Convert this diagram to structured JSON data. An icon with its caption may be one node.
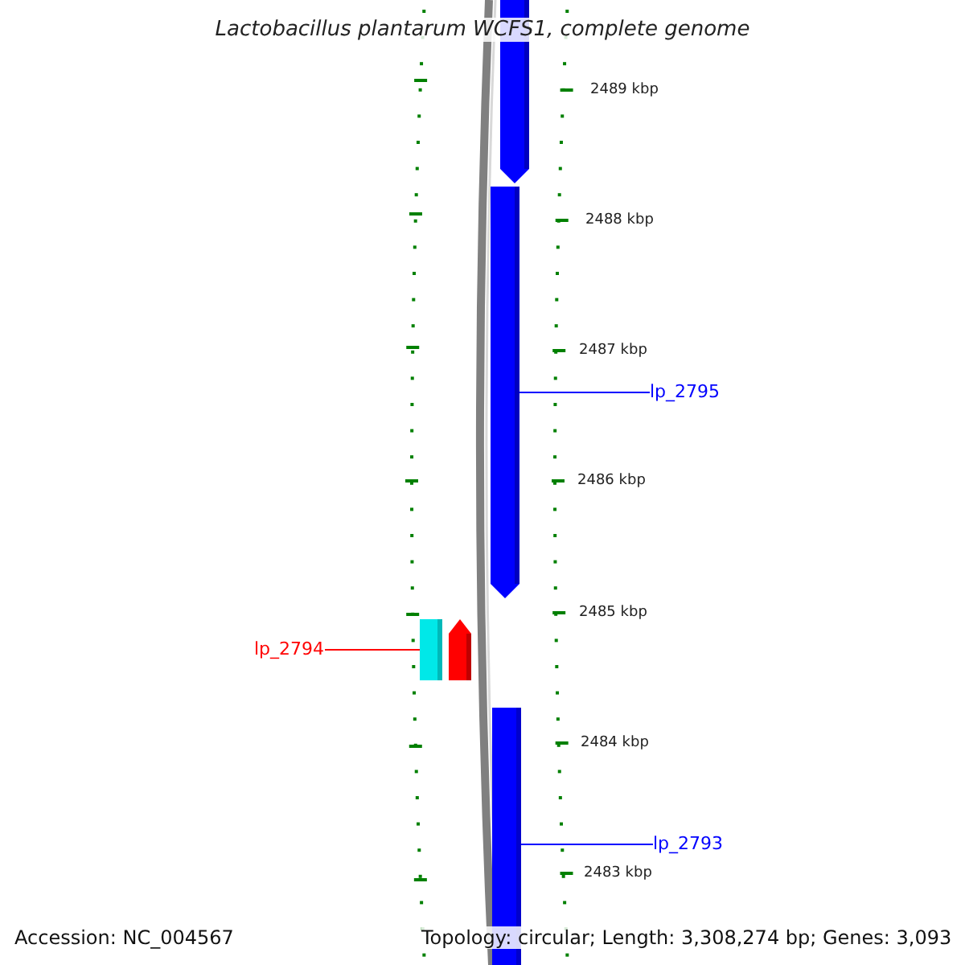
{
  "diagram": {
    "title": "Lactobacillus plantarum WCFS1, complete genome",
    "nodes": [
      {
        "text": [],
        "shape": "arrow"
      },
      {
        "text": [],
        "shape": "arrow"
      },
      {
        "text": [
          "lp_2795"
        ]
      },
      {
        "text": [
          "lp_2794"
        ]
      },
      {
        "text": [],
        "shape": "bar"
      },
      {
        "text": [],
        "shape": "arrow"
      },
      {
        "text": [],
        "shape": "bar"
      },
      {
        "text": [
          "lp_2793"
        ]
      }
    ],
    "edges": [
      {
        "from": 2,
        "to": 1,
        "arrow": "none",
        "color": "#0000ff"
      },
      {
        "from": 3,
        "to": 4,
        "arrow": "none",
        "color": "#ff0000"
      },
      {
        "from": 7,
        "to": 6,
        "arrow": "none",
        "color": "#0000ff"
      }
    ],
    "labels": [
      "2489 kbp",
      "2488 kbp",
      "2487 kbp",
      "2486 kbp",
      "2485 kbp",
      "2484 kbp",
      "2483 kbp",
      "Accession: NC_004567",
      "Topology: circular; Length: 3,308,274 bp; Genes: 3,093"
    ]
  }
}
